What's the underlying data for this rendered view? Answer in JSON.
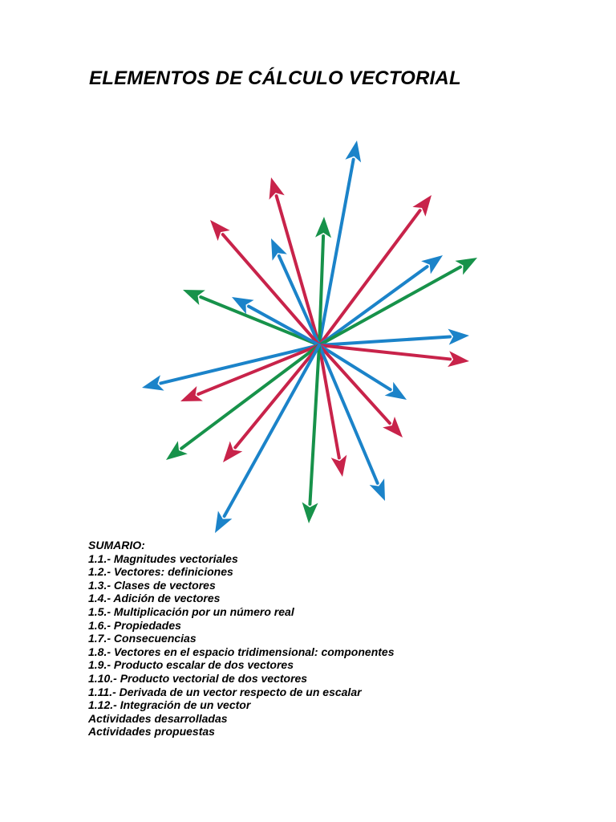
{
  "document": {
    "title": "ELEMENTOS DE CÁLCULO VECTORIAL"
  },
  "figure": {
    "colors": {
      "red": "#c8234a",
      "blue": "#1b83c9",
      "green": "#17924a"
    }
  },
  "summary": {
    "heading": "SUMARIO:",
    "items": [
      "1.1.- Magnitudes vectoriales",
      "1.2.- Vectores: definiciones",
      "1.3.- Clases de vectores",
      "1.4.- Adición de vectores",
      "1.5.- Multiplicación por un número real",
      "1.6.- Propiedades",
      "1.7.- Consecuencias",
      "1.8.- Vectores en el espacio tridimensional: componentes",
      "1.9.- Producto escalar de dos vectores",
      "1.10.- Producto vectorial de dos vectores",
      "1.11.- Derivada de un vector respecto de un escalar",
      "1.12.- Integración de un vector",
      "Actividades desarrolladas",
      "Actividades propuestas"
    ]
  }
}
